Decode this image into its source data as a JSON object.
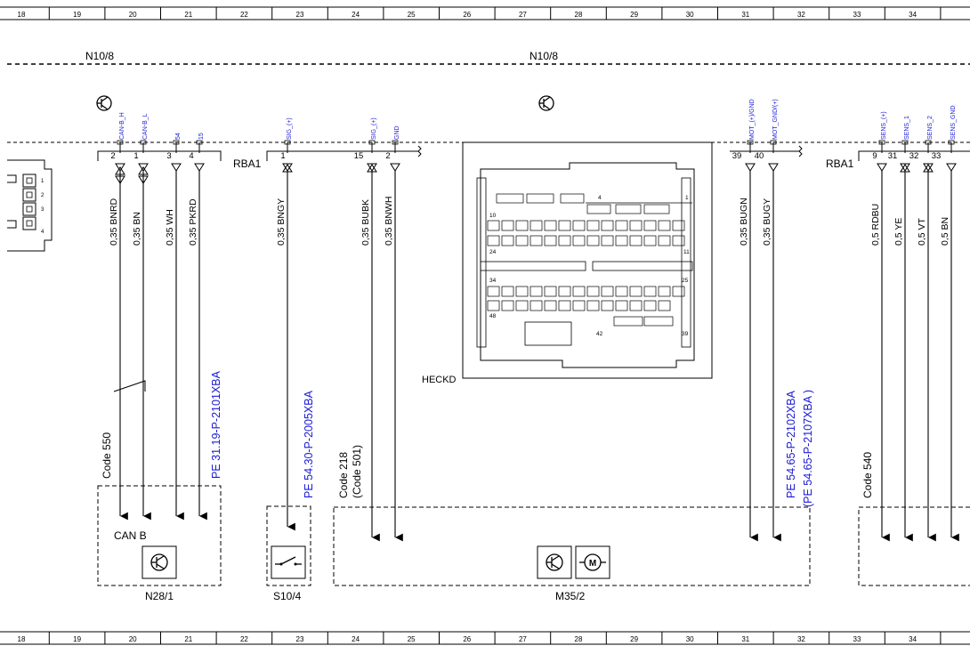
{
  "ruler": {
    "numbers": [
      "18",
      "19",
      "20",
      "21",
      "22",
      "23",
      "24",
      "25",
      "26",
      "27",
      "28",
      "29",
      "30",
      "31",
      "32",
      "33",
      "34"
    ]
  },
  "modules": {
    "left": "N10/8",
    "right": "N10/8"
  },
  "connectors": {
    "left": "RBA1",
    "right": "RBA1",
    "heckd": "HECKD"
  },
  "pin_signals": [
    {
      "pin": "2",
      "signal": "CAN-B_H",
      "wire": "0,35 BNRD"
    },
    {
      "pin": "1",
      "signal": "CAN-B_L",
      "wire": "0,35 BN"
    },
    {
      "pin": "3",
      "signal": "54",
      "wire": "0,35 WH"
    },
    {
      "pin": "4",
      "signal": "15",
      "wire": "0,35 PKRD"
    },
    {
      "pin": "1",
      "signal": "SIG_(+)",
      "wire": "0,35 BNGY"
    },
    {
      "pin": "15",
      "signal": "SIG_(+)",
      "wire": "0,35 BUBK"
    },
    {
      "pin": "2",
      "signal": "GND",
      "wire": "0,35 BNWH"
    },
    {
      "pin": "39",
      "signal": "MOT_(+)/GND",
      "wire": "0,35 BUGN"
    },
    {
      "pin": "40",
      "signal": "MOT_GND/(+)",
      "wire": "0,35 BUGY"
    },
    {
      "pin": "9",
      "signal": "SENS_(+)",
      "wire": "0,5 RDBU"
    },
    {
      "pin": "31",
      "signal": "SENS_1",
      "wire": "0,5 YE"
    },
    {
      "pin": "32",
      "signal": "SENS_2",
      "wire": "0,5 VT"
    },
    {
      "pin": "33",
      "signal": "SENS_GND",
      "wire": "0,5 BN"
    }
  ],
  "mini_connector_pins": [
    "1",
    "2",
    "3",
    "4"
  ],
  "heckd_pins": [
    "1",
    "4",
    "10",
    "11",
    "24",
    "25",
    "34",
    "39",
    "42",
    "48"
  ],
  "codes": {
    "c550": "Code 550",
    "c218": "Code 218",
    "c501": "(Code 501)",
    "c540": "Code 540"
  },
  "references": {
    "r1": "PE 31.19-P-2101XBA",
    "r2": "PE 54.30-P-2005XBA",
    "r3": "PE 54.65-P-2102XBA",
    "r4": "(PE 54.65-P-2107XBA   )"
  },
  "components": {
    "can_b": "CAN B",
    "n28": "N28/1",
    "s10": "S10/4",
    "m35": "M35/2"
  },
  "icons": [
    "transistor-icon",
    "switch-icon",
    "motor-icon"
  ],
  "colors": {
    "line": "#000000",
    "reference_blue": "#1a1ad6"
  }
}
